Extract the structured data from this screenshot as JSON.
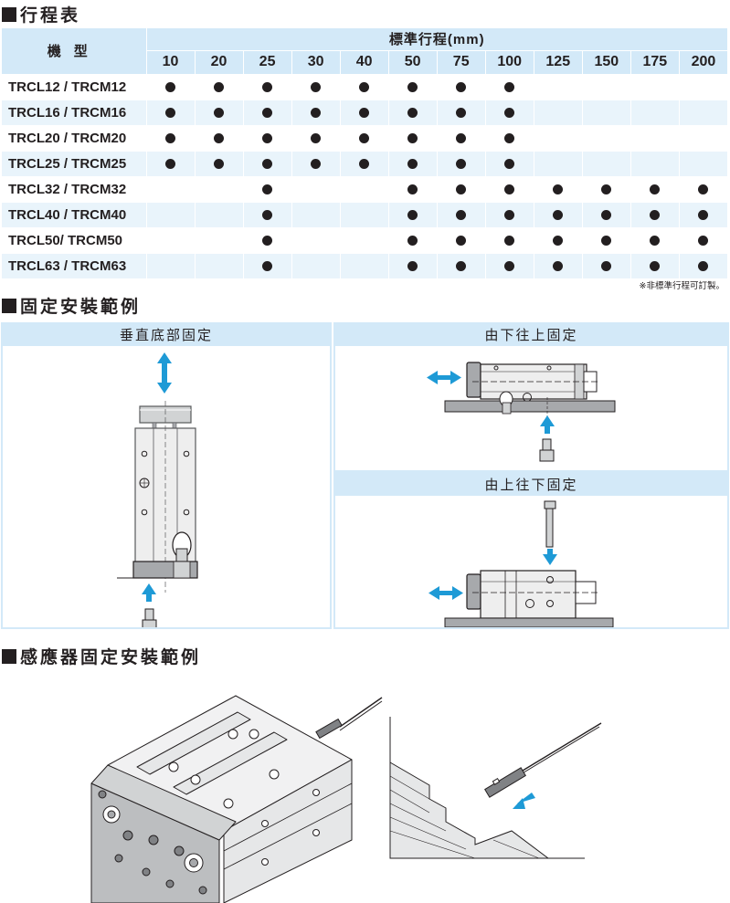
{
  "sections": {
    "stroke_title": "行程表",
    "mount_title": "固定安裝範例",
    "sensor_title": "感應器固定安裝範例"
  },
  "stroke_table": {
    "model_header": "機型",
    "group_header": "標準行程(mm)",
    "strokes": [
      "10",
      "20",
      "25",
      "30",
      "40",
      "50",
      "75",
      "100",
      "125",
      "150",
      "175",
      "200"
    ],
    "rows": [
      {
        "model": "TRCL12 / TRCM12",
        "marks": [
          1,
          1,
          1,
          1,
          1,
          1,
          1,
          1,
          0,
          0,
          0,
          0
        ]
      },
      {
        "model": "TRCL16 / TRCM16",
        "marks": [
          1,
          1,
          1,
          1,
          1,
          1,
          1,
          1,
          0,
          0,
          0,
          0
        ]
      },
      {
        "model": "TRCL20 / TRCM20",
        "marks": [
          1,
          1,
          1,
          1,
          1,
          1,
          1,
          1,
          0,
          0,
          0,
          0
        ]
      },
      {
        "model": "TRCL25 / TRCM25",
        "marks": [
          1,
          1,
          1,
          1,
          1,
          1,
          1,
          1,
          0,
          0,
          0,
          0
        ]
      },
      {
        "model": "TRCL32 / TRCM32",
        "marks": [
          0,
          0,
          1,
          0,
          0,
          1,
          1,
          1,
          1,
          1,
          1,
          1
        ]
      },
      {
        "model": "TRCL40 / TRCM40",
        "marks": [
          0,
          0,
          1,
          0,
          0,
          1,
          1,
          1,
          1,
          1,
          1,
          1
        ]
      },
      {
        "model": "TRCL50/ TRCM50",
        "marks": [
          0,
          0,
          1,
          0,
          0,
          1,
          1,
          1,
          1,
          1,
          1,
          1
        ]
      },
      {
        "model": "TRCL63 / TRCM63",
        "marks": [
          0,
          0,
          1,
          0,
          0,
          1,
          1,
          1,
          1,
          1,
          1,
          1
        ]
      }
    ],
    "note": "※非標準行程可訂製。"
  },
  "mount_panels": {
    "vertical_bottom": "垂直底部固定",
    "bottom_to_top": "由下往上固定",
    "top_to_bottom": "由上往下固定"
  },
  "colors": {
    "header_bg": "#d3e9f8",
    "row_alt": "#e9f4fb",
    "arrow": "#1e9ad6",
    "ink": "#231f20",
    "metal": "#e6e6e6",
    "metal_dark": "#a7a9ac"
  }
}
